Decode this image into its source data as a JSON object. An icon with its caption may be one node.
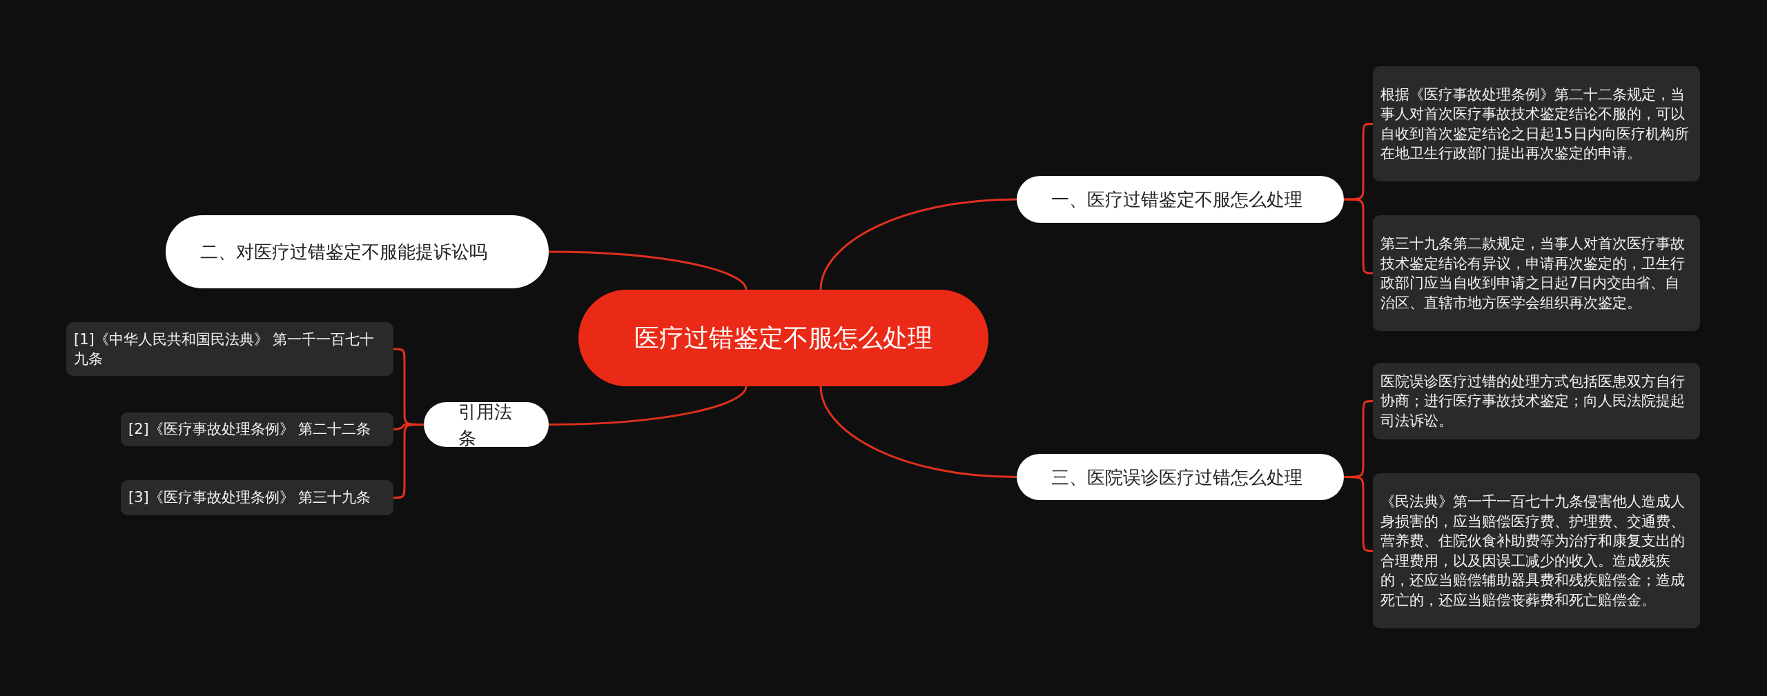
{
  "diagram": {
    "nodes": [
      {
        "text": [
          "医疗过错鉴定不服怎么处理"
        ]
      },
      {
        "text": [
          "一、医疗过错鉴定不服怎么处理"
        ]
      },
      {
        "text": [
          "根据《医疗事故处理条例》第二十二条规定，当事人对首次医疗事故技术鉴定结论不服的，可以自收到首次鉴定结论之日起15日内向医疗机构所在地卫生行政部门提出再次鉴定的申请。"
        ]
      },
      {
        "text": [
          "第三十九条第二款规定，当事人对首次医疗事故技术鉴定结论有异议，申请再次鉴定的，卫生行政部门应当自收到申请之日起7日内交由省、自治区、直辖市地方医学会组织再次鉴定。"
        ]
      },
      {
        "text": [
          "二、对医疗过错鉴定不服能提诉讼吗"
        ]
      },
      {
        "text": [
          "三、医院误诊医疗过错怎么处理"
        ]
      },
      {
        "text": [
          "医院误诊医疗过错的处理方式包括医患双方自行协商；进行医疗事故技术鉴定；向人民法院提起司法诉讼。"
        ]
      },
      {
        "text": [
          "《民法典》第一千一百七十九条侵害他人造成人身损害的，应当赔偿医疗费、护理费、交通费、营养费、住院伙食补助费等为治疗和康复支出的合理费用，以及因误工减少的收入。造成残疾的，还应当赔偿辅助器具费和残疾赔偿金；造成死亡的，还应当赔偿丧葬费和死亡赔偿金。"
        ]
      },
      {
        "text": [
          "引用法条"
        ]
      },
      {
        "text": [
          "[1]《中华人民共和国民法典》 第一千一百七十九条"
        ]
      },
      {
        "text": [
          "[2]《医疗事故处理条例》 第二十二条"
        ]
      },
      {
        "text": [
          "[3]《医疗事故处理条例》 第三十九条"
        ]
      }
    ],
    "edges": [
      {
        "from": 0,
        "to": 1,
        "arrow": "none"
      },
      {
        "from": 1,
        "to": 2,
        "arrow": "none"
      },
      {
        "from": 1,
        "to": 3,
        "arrow": "none"
      },
      {
        "from": 0,
        "to": 4,
        "arrow": "none"
      },
      {
        "from": 0,
        "to": 5,
        "arrow": "none"
      },
      {
        "from": 5,
        "to": 6,
        "arrow": "none"
      },
      {
        "from": 5,
        "to": 7,
        "arrow": "none"
      },
      {
        "from": 0,
        "to": 8,
        "arrow": "none"
      },
      {
        "from": 8,
        "to": 9,
        "arrow": "none"
      },
      {
        "from": 8,
        "to": 10,
        "arrow": "none"
      },
      {
        "from": 8,
        "to": 11,
        "arrow": "none"
      }
    ]
  }
}
